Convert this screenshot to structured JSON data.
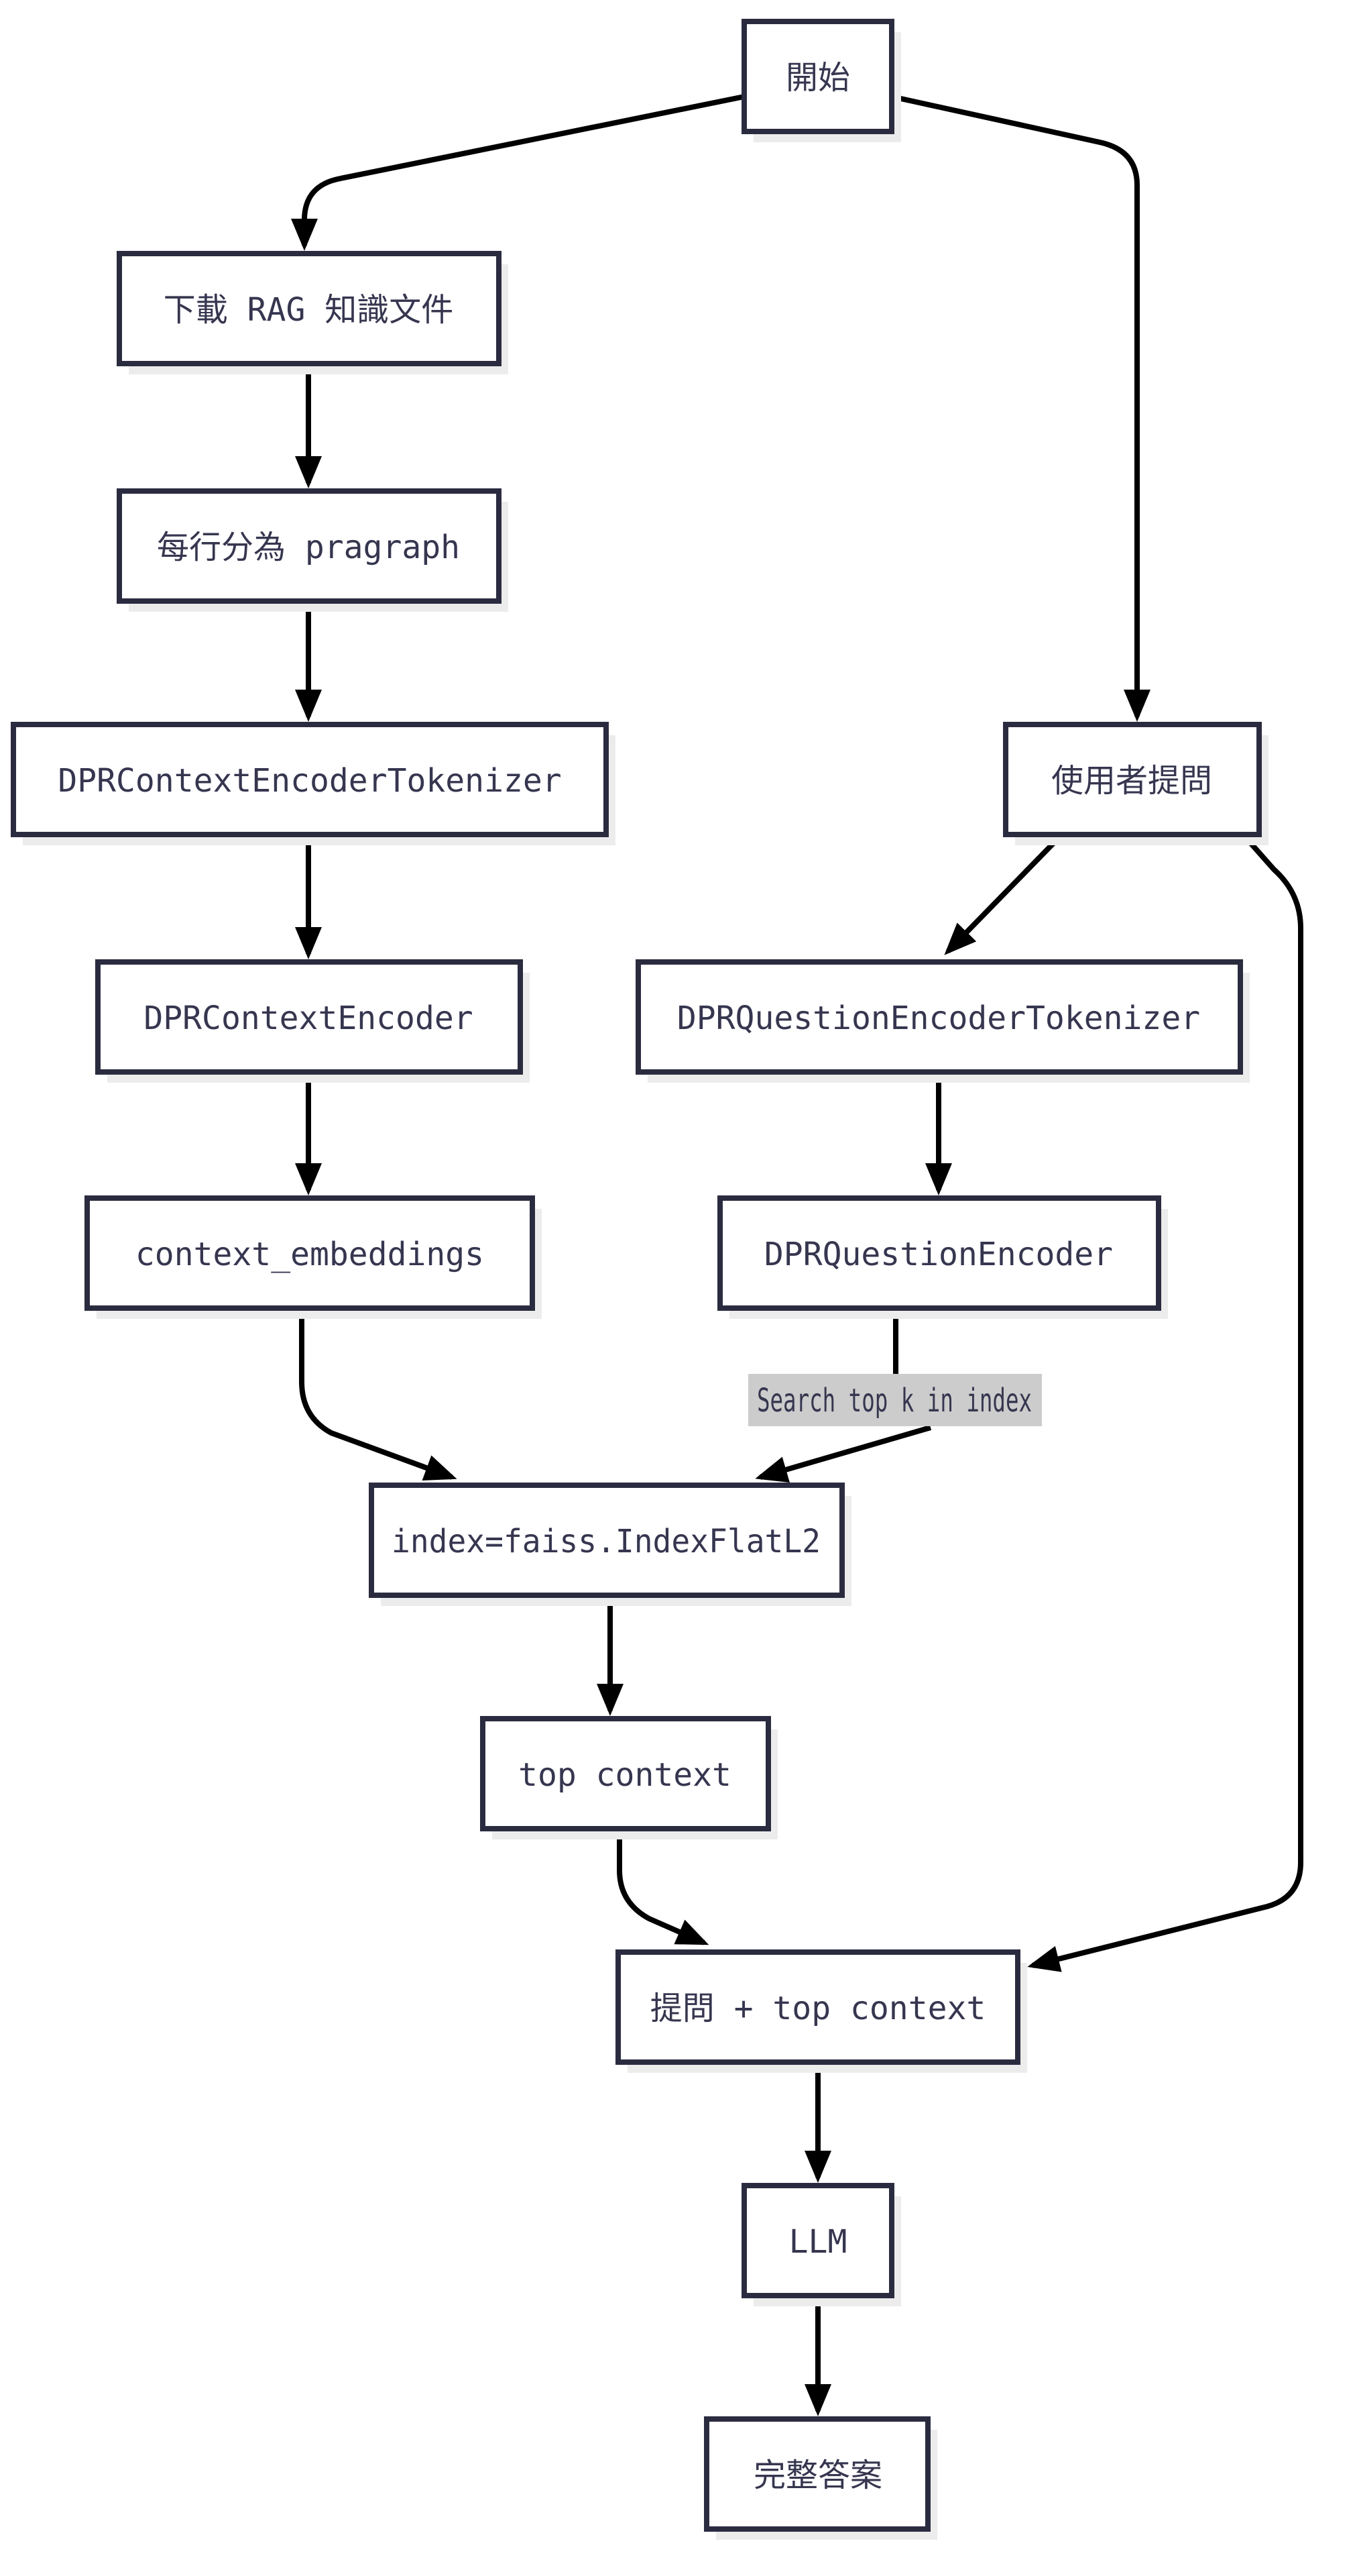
{
  "diagram": {
    "nodes": {
      "start": {
        "label": "開始"
      },
      "download": {
        "label": "下載 RAG 知識文件"
      },
      "split": {
        "label": "每行分為 pragraph"
      },
      "ctx_tokenizer": {
        "label": "DPRContextEncoderTokenizer"
      },
      "ctx_encoder": {
        "label": "DPRContextEncoder"
      },
      "ctx_embeddings": {
        "label": "context_embeddings"
      },
      "user_question": {
        "label": "使用者提問"
      },
      "q_tokenizer": {
        "label": "DPRQuestionEncoderTokenizer"
      },
      "q_encoder": {
        "label": "DPRQuestionEncoder"
      },
      "index": {
        "label": "index=faiss.IndexFlatL2"
      },
      "top_context": {
        "label": "top context"
      },
      "combine": {
        "label": "提問 + top context"
      },
      "llm": {
        "label": "LLM"
      },
      "answer": {
        "label": "完整答案"
      }
    },
    "edge_labels": {
      "search_top_k": "Search top k in index"
    },
    "colors": {
      "node_border": "#2b2b40",
      "node_fill": "#ffffff",
      "node_text": "#363650",
      "edge": "#000000",
      "shadow": "#ececec",
      "edge_label_bg": "#cccccc",
      "background": "#ffffff"
    }
  }
}
